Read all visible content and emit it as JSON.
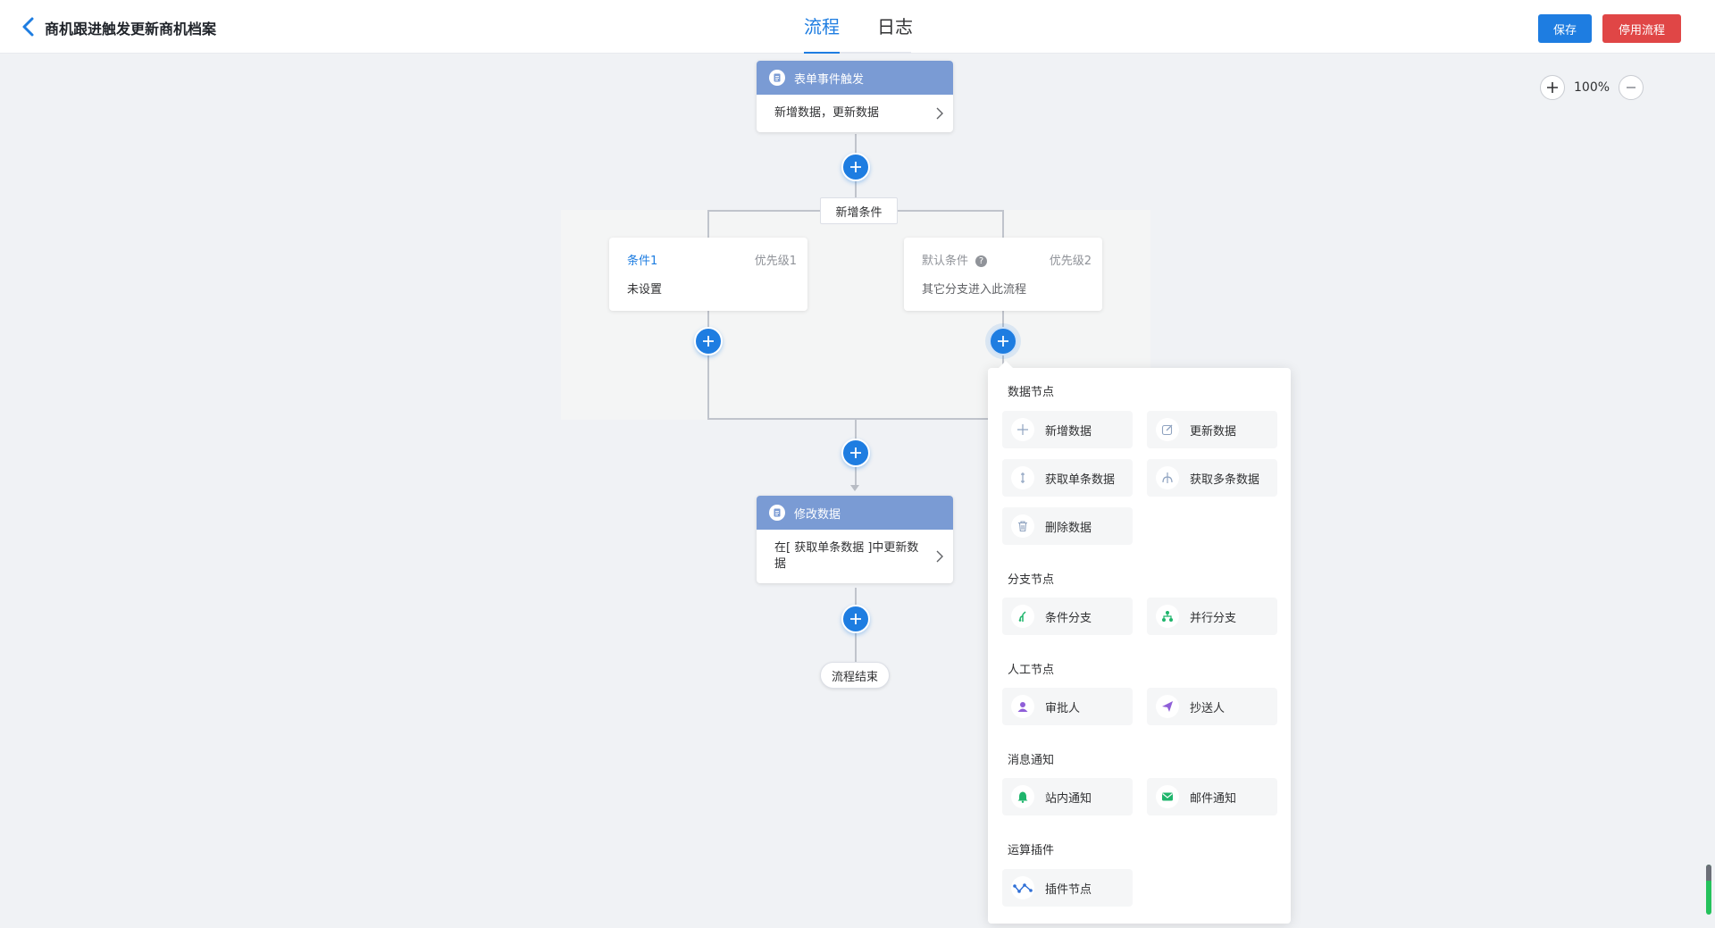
{
  "header": {
    "title": "商机跟进触发更新商机档案",
    "tabs": [
      {
        "label": "流程",
        "active": true
      },
      {
        "label": "日志",
        "active": false
      }
    ],
    "save_label": "保存",
    "stop_label": "停用流程"
  },
  "zoom": {
    "value": "100%"
  },
  "flow": {
    "trigger": {
      "title": "表单事件触发",
      "body": "新增数据，更新数据"
    },
    "add_condition_label": "新增条件",
    "conditions": [
      {
        "name": "条件1",
        "priority": "优先级1",
        "desc": "未设置"
      },
      {
        "name": "默认条件",
        "priority": "优先级2",
        "desc": "其它分支进入此流程"
      }
    ],
    "modify": {
      "title": "修改数据",
      "body": "在[ 获取单条数据 ]中更新数据"
    },
    "end_label": "流程结束"
  },
  "menu": {
    "sections": [
      {
        "title": "数据节点",
        "items": [
          {
            "label": "新增数据",
            "icon": "plus-icon"
          },
          {
            "label": "更新数据",
            "icon": "edit-icon"
          },
          {
            "label": "获取单条数据",
            "icon": "single-data-icon"
          },
          {
            "label": "获取多条数据",
            "icon": "multi-data-icon"
          },
          {
            "label": "删除数据",
            "icon": "trash-icon"
          }
        ]
      },
      {
        "title": "分支节点",
        "items": [
          {
            "label": "条件分支",
            "icon": "condition-branch-icon"
          },
          {
            "label": "并行分支",
            "icon": "parallel-branch-icon"
          }
        ]
      },
      {
        "title": "人工节点",
        "items": [
          {
            "label": "审批人",
            "icon": "user-icon"
          },
          {
            "label": "抄送人",
            "icon": "send-icon"
          }
        ]
      },
      {
        "title": "消息通知",
        "items": [
          {
            "label": "站内通知",
            "icon": "bell-icon"
          },
          {
            "label": "邮件通知",
            "icon": "mail-icon"
          }
        ]
      },
      {
        "title": "运算插件",
        "items": [
          {
            "label": "插件节点",
            "icon": "plugin-icon"
          }
        ]
      }
    ]
  },
  "colors": {
    "primary": "#1e7de1",
    "danger": "#e04646",
    "node_header": "#7a9bd4",
    "canvas": "#f0f2f5",
    "green": "#1fb56c",
    "purple": "#8f5fd8"
  }
}
